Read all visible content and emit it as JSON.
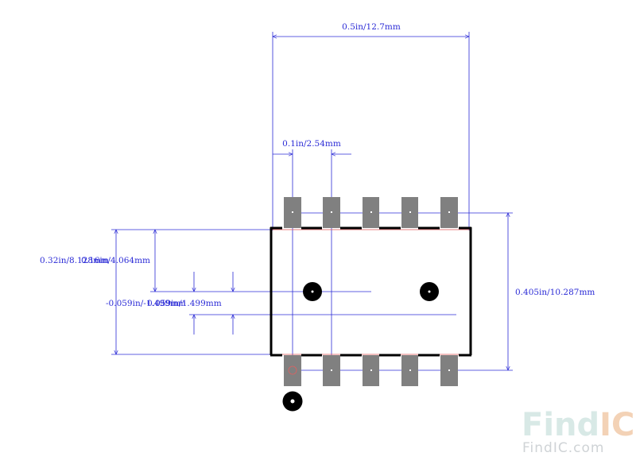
{
  "dimensions": {
    "total_width": "0.5in/12.7mm",
    "pitch": "0.1in/2.54mm",
    "height": "0.405in/10.287mm",
    "body_width": "0.32in/8.128mm",
    "row_offset": "0.16in/4.064mm",
    "offset_a": "-0.059in/-1.499mm",
    "offset_b": "0.059in/1.499mm"
  },
  "watermark": {
    "logo_find": "Find",
    "logo_ic": "IC",
    "url": "FindIC.com"
  },
  "colors": {
    "dimension_line": "#2b2bd6",
    "pad": "#808080",
    "outline": "#000000",
    "keepout": "#e06060",
    "watermark_find": "#d8e9e6",
    "watermark_ic": "#f3d2b6"
  }
}
